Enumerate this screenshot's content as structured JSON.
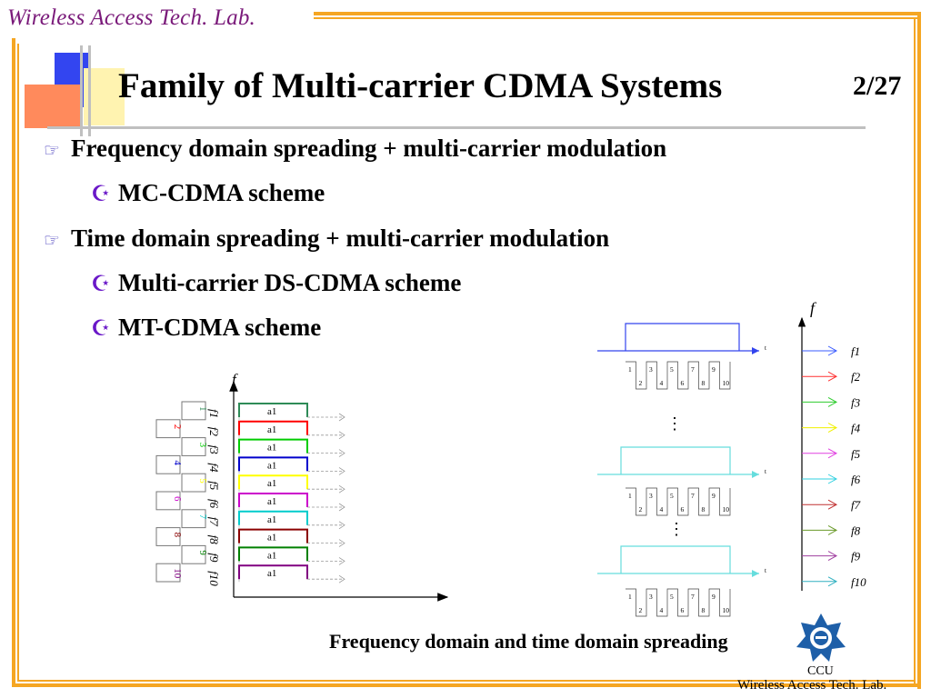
{
  "header": {
    "lab_name": "Wireless Access Tech. Lab."
  },
  "slide": {
    "title": "Family of Multi-carrier CDMA Systems",
    "page_number": "2/27"
  },
  "bullets": [
    {
      "text": "Frequency domain spreading + multi-carrier modulation",
      "level": 1
    },
    {
      "text": "MC-CDMA scheme",
      "level": 2
    },
    {
      "text": "Time domain spreading + multi-carrier modulation",
      "level": 1
    },
    {
      "text": "Multi-carrier DS-CDMA scheme",
      "level": 2
    },
    {
      "text": "MT-CDMA scheme",
      "level": 2
    }
  ],
  "left_diagram": {
    "axis_label": "f",
    "chip_numbers": [
      "1",
      "2",
      "3",
      "4",
      "5",
      "6",
      "7",
      "8",
      "9",
      "10"
    ],
    "freq_labels": [
      "f1",
      "f2",
      "f3",
      "f4",
      "f5",
      "f6",
      "f7",
      "f8",
      "f9",
      "f10"
    ],
    "symbol_label": "a1",
    "colors": [
      "#2e8b57",
      "#ff0000",
      "#00cc00",
      "#0000cc",
      "#ffff00",
      "#cc00cc",
      "#00cccc",
      "#8b0000",
      "#008000",
      "#800080"
    ]
  },
  "right_diagram": {
    "axis_label": "f",
    "time_label": "t",
    "chip_numbers": [
      "1",
      "2",
      "3",
      "4",
      "5",
      "6",
      "7",
      "8",
      "9",
      "10"
    ],
    "freq_labels": [
      "f1",
      "f2",
      "f3",
      "f4",
      "f5",
      "f6",
      "f7",
      "f8",
      "f9",
      "f10"
    ],
    "dots": "⋮",
    "arrow_colors": [
      "#3a5bff",
      "#ff3030",
      "#2ecc2e",
      "#f0f000",
      "#e040e0",
      "#30d0e0",
      "#c03030",
      "#6a9a2a",
      "#a040a0",
      "#30b0c0"
    ]
  },
  "caption": "Frequency domain and time domain spreading",
  "logo": {
    "label": "CCU"
  },
  "footer": {
    "lab_name": "Wireless Access Tech. Lab."
  }
}
